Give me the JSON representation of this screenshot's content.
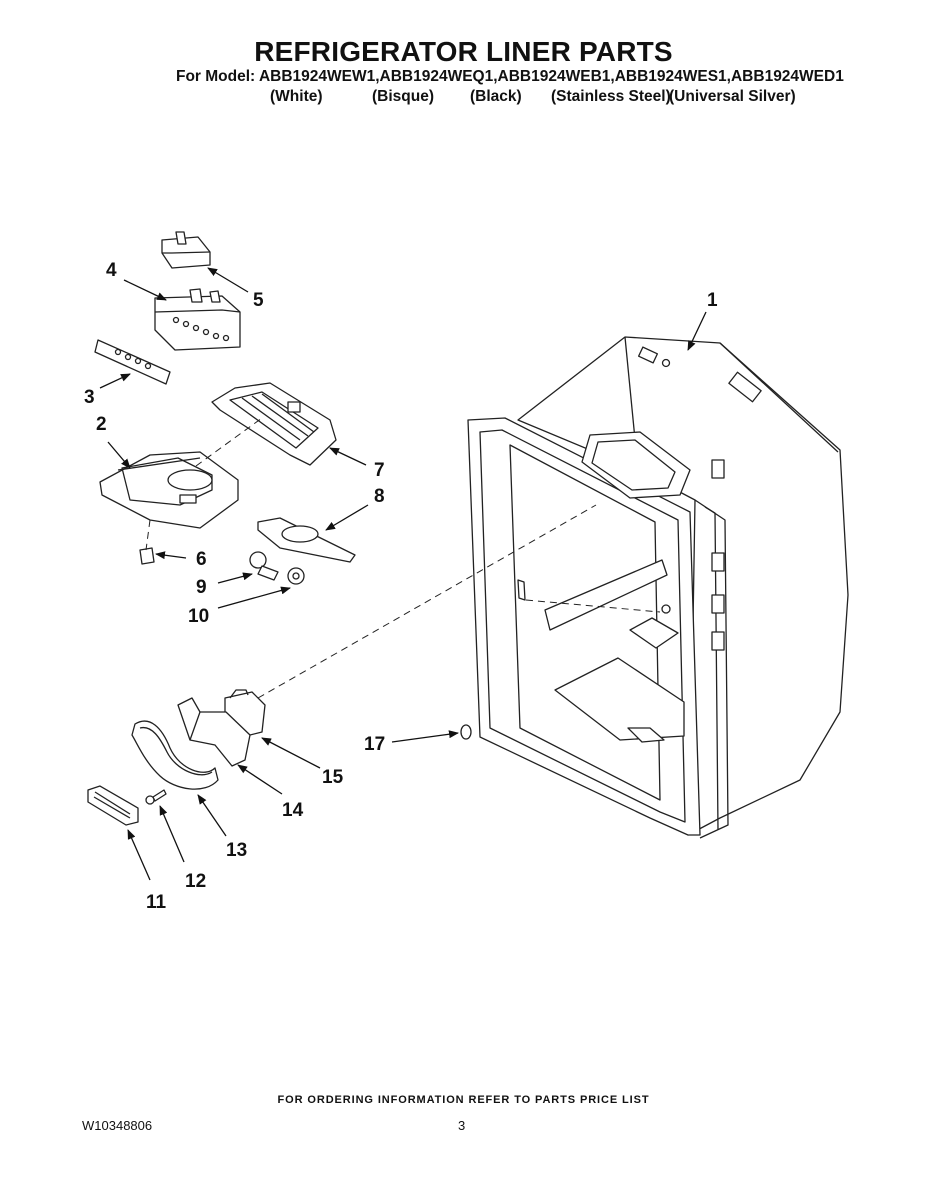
{
  "header": {
    "title": "REFRIGERATOR LINER PARTS",
    "models_line": "For Model: ABB1924WEW1,ABB1924WEQ1,ABB1924WEB1,ABB1924WES1,ABB1924WED1",
    "colors": [
      "(White)",
      "(Bisque)",
      "(Black)",
      "(Stainless Steel)",
      "(Universal Silver)"
    ]
  },
  "callouts": [
    "1",
    "2",
    "3",
    "4",
    "5",
    "6",
    "7",
    "8",
    "9",
    "10",
    "11",
    "12",
    "13",
    "14",
    "15",
    "17"
  ],
  "footer": {
    "ordering_note": "FOR ORDERING INFORMATION REFER TO PARTS PRICE LIST",
    "doc_number": "W10348806",
    "page_number": "3"
  }
}
